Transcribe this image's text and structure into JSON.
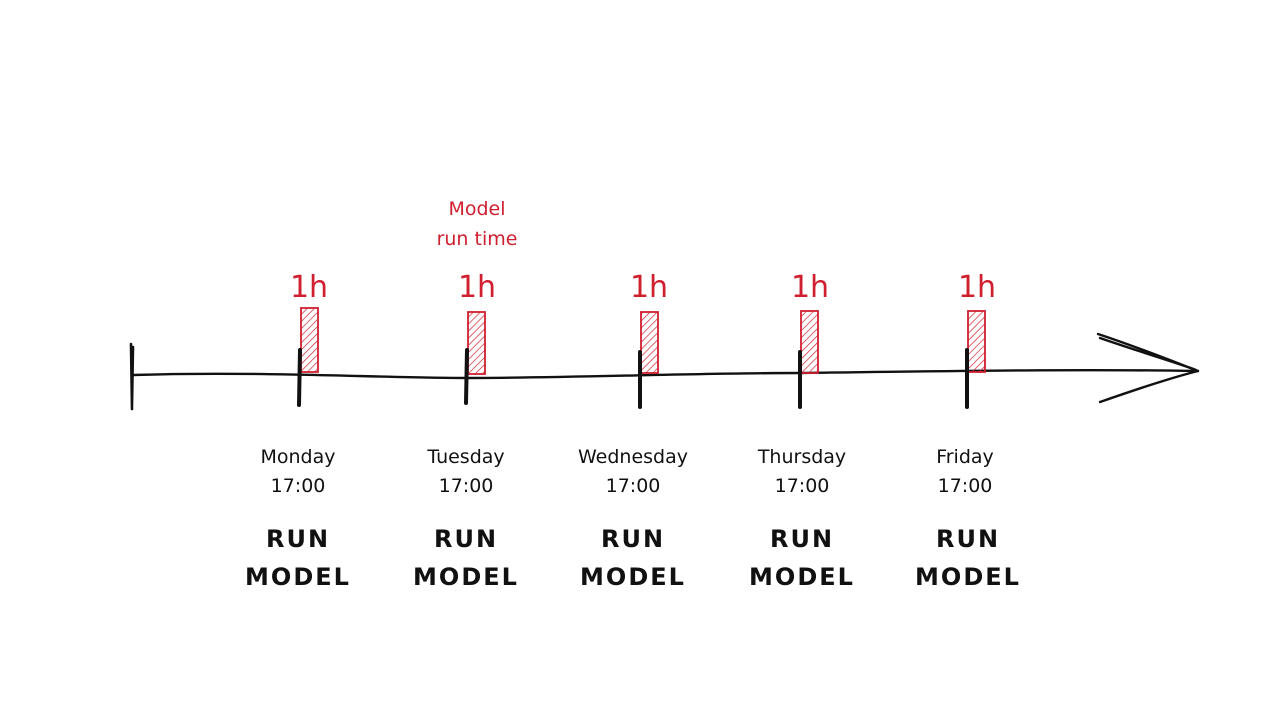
{
  "annotation": {
    "line1": "Model",
    "line2": "run time",
    "color": "#d01f2f"
  },
  "duration_label": "1h",
  "events": [
    {
      "day": "Monday",
      "time": "17:00",
      "action_line1": "RUN",
      "action_line2": "MODEL"
    },
    {
      "day": "Tuesday",
      "time": "17:00",
      "action_line1": "RUN",
      "action_line2": "MODEL"
    },
    {
      "day": "Wednesday",
      "time": "17:00",
      "action_line1": "RUN",
      "action_line2": "MODEL"
    },
    {
      "day": "Thursday",
      "time": "17:00",
      "action_line1": "RUN",
      "action_line2": "MODEL"
    },
    {
      "day": "Friday",
      "time": "17:00",
      "action_line1": "RUN",
      "action_line2": "MODEL"
    }
  ]
}
